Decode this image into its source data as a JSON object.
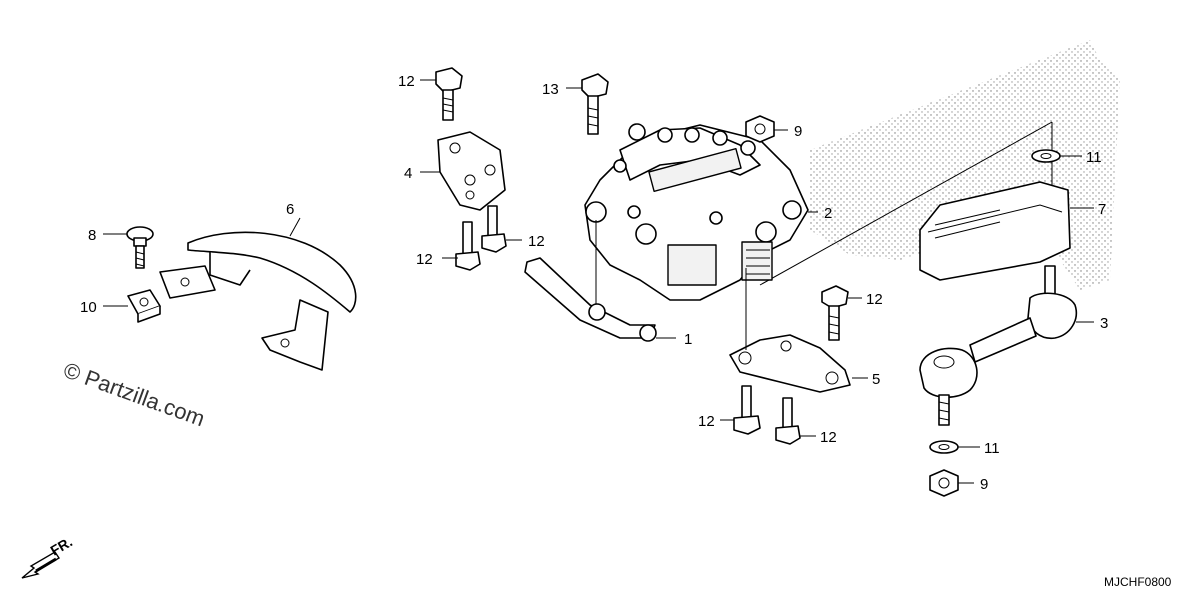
{
  "diagram": {
    "diagram_code": "MJCHF0800",
    "watermark": "© Partzilla.com",
    "direction_label": "FR.",
    "callouts": [
      {
        "id": "c1",
        "num": "1"
      },
      {
        "id": "c2",
        "num": "2"
      },
      {
        "id": "c3",
        "num": "3"
      },
      {
        "id": "c4",
        "num": "4"
      },
      {
        "id": "c5",
        "num": "5"
      },
      {
        "id": "c6",
        "num": "6"
      },
      {
        "id": "c7",
        "num": "7"
      },
      {
        "id": "c8",
        "num": "8"
      },
      {
        "id": "c9a",
        "num": "9"
      },
      {
        "id": "c9b",
        "num": "9"
      },
      {
        "id": "c10",
        "num": "10"
      },
      {
        "id": "c11a",
        "num": "11"
      },
      {
        "id": "c11b",
        "num": "11"
      },
      {
        "id": "c12a",
        "num": "12"
      },
      {
        "id": "c12b",
        "num": "12"
      },
      {
        "id": "c12c",
        "num": "12"
      },
      {
        "id": "c12d",
        "num": "12"
      },
      {
        "id": "c12e",
        "num": "12"
      },
      {
        "id": "c12f",
        "num": "12"
      },
      {
        "id": "c13",
        "num": "13"
      }
    ]
  }
}
